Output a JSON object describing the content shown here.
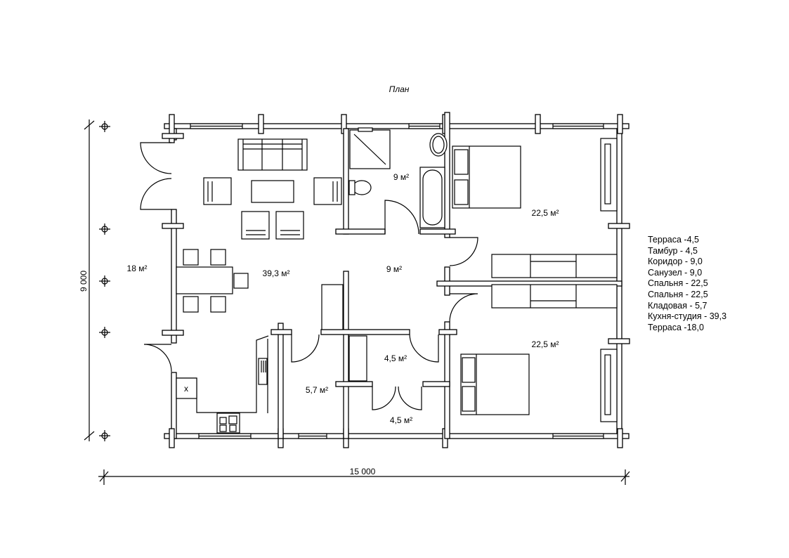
{
  "title": "План",
  "dimensions": {
    "width": "15 000",
    "height": "9 000"
  },
  "rooms": {
    "terrace_left": "18 м²",
    "kitchen_studio": "39,3 м²",
    "bathroom": "9 м²",
    "corridor": "9 м²",
    "bedroom_top": "22,5 м²",
    "bedroom_bottom": "22,5 м²",
    "vestibule": "4,5 м²",
    "storage": "5,7 м²",
    "terrace_entry": "4,5 м²"
  },
  "legend": [
    "Терраса -4,5",
    "Тамбур - 4,5",
    "Коридор - 9,0",
    "Санузел - 9,0",
    "Спальня - 22,5",
    "Спальня - 22,5",
    "Кладовая - 5,7",
    "Кухня-студия - 39,3",
    "Терраса -18,0"
  ],
  "misc": {
    "hob_mark": "x"
  }
}
